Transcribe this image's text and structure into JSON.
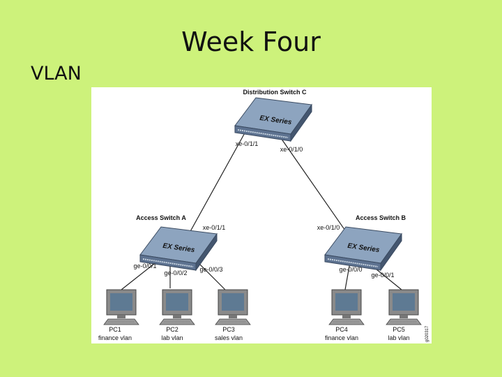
{
  "slide": {
    "title": "Week Four",
    "subtitle": "VLAN"
  },
  "diagram": {
    "switches": [
      {
        "id": "C",
        "name": "Distribution Switch C",
        "brand": "EX Series"
      },
      {
        "id": "A",
        "name": "Access Switch A",
        "brand": "EX Series"
      },
      {
        "id": "B",
        "name": "Access Switch B",
        "brand": "EX Series"
      }
    ],
    "ports": {
      "c_to_a": "xe-0/1/1",
      "c_to_b": "xe-0/1/0",
      "a_uplink": "xe-0/1/1",
      "b_uplink": "xe-0/1/0",
      "a_pc1": "ge-0/0/1",
      "a_pc2": "ge-0/0/2",
      "a_pc3": "ge-0/0/3",
      "b_pc4": "ge-0/0/0",
      "b_pc5": "ge-0/0/1"
    },
    "pcs": [
      {
        "name": "PC1",
        "vlan": "finance vlan"
      },
      {
        "name": "PC2",
        "vlan": "lab vlan"
      },
      {
        "name": "PC3",
        "vlan": "sales vlan"
      },
      {
        "name": "PC4",
        "vlan": "finance vlan"
      },
      {
        "name": "PC5",
        "vlan": "lab vlan"
      }
    ],
    "figure_id": "g020317",
    "colors": {
      "switch_top": "#8da4bf",
      "switch_front": "#5d7290",
      "monitor_frame": "#8a8a8a",
      "monitor_screen": "#5e7a93",
      "link": "#222222"
    }
  }
}
